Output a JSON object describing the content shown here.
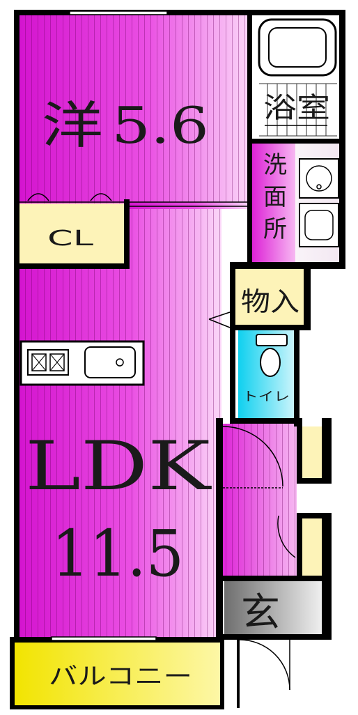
{
  "rooms": {
    "western_room": {
      "name": "洋",
      "size": "5.6"
    },
    "closet": {
      "name": "CL"
    },
    "ldk": {
      "name": "LDK",
      "size": "11.5"
    },
    "bathroom": {
      "name": "浴室"
    },
    "washroom": {
      "name": "洗面所",
      "chars": [
        "洗",
        "面",
        "所"
      ]
    },
    "storage": {
      "name": "物入"
    },
    "toilet": {
      "name": "トイレ"
    },
    "entrance": {
      "name": "玄"
    },
    "balcony": {
      "name": "バルコニー"
    }
  },
  "colors": {
    "main_room": "#e020d8",
    "main_room_light": "#f7b8f2",
    "closet": "#fdf3b8",
    "storage": "#fdf3b8",
    "toilet": "#19d6f0",
    "entrance": "#9a9a9a",
    "balcony": "#f6ee2a",
    "wall": "#000000"
  }
}
